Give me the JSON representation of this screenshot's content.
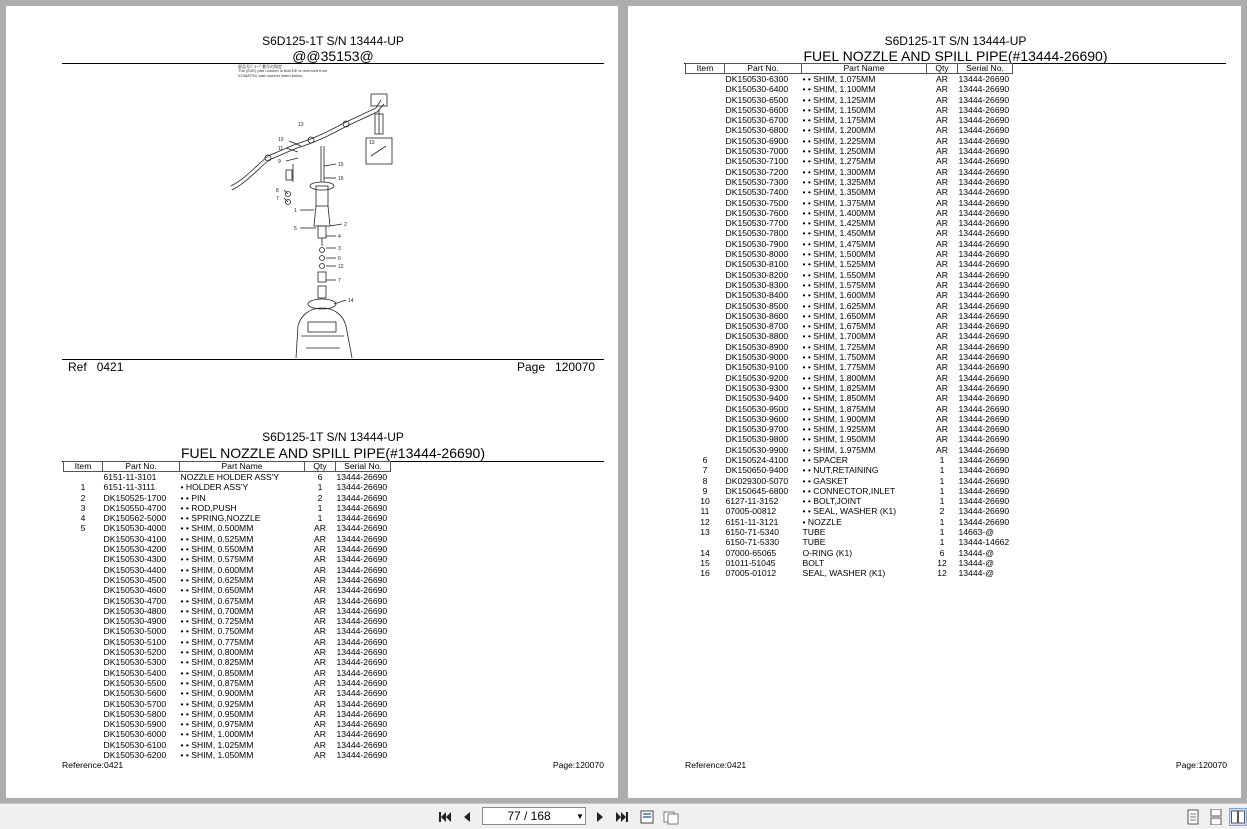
{
  "left_page": {
    "title": "S6D125-1T S/N 13444-UP",
    "subtitle": "@@35153@",
    "diagram_note_lines": [
      "部品号ｸﾞﾙｰﾌﾟ番号の指定",
      "The (E/IE) part number is that DE is removed from",
      "KOMATSU part number listed below."
    ],
    "ref_label": "Ref",
    "ref_value": "0421",
    "page_label": "Page",
    "page_value": "120070",
    "table_title_small": "S6D125-1T S/N 13444-UP",
    "table_title": "FUEL NOZZLE AND SPILL PIPE(#13444-26690)",
    "footer_ref": "Reference:0421",
    "footer_page": "Page:120070"
  },
  "right_page": {
    "title_small": "S6D125-1T S/N 13444-UP",
    "title": "FUEL NOZZLE AND SPILL PIPE(#13444-26690)",
    "footer_ref": "Reference:0421",
    "footer_page": "Page:120070"
  },
  "table_headers": {
    "item": "Item",
    "part_no": "Part No.",
    "part_name": "Part Name",
    "qty": "Qty",
    "serial": "Serial No."
  },
  "left_rows": [
    [
      "",
      "6151-11-3101",
      "NOZZLE HOLDER ASS'Y",
      "6",
      "13444-26690"
    ],
    [
      "1",
      "6151-11-3111",
      "• HOLDER ASS'Y",
      "1",
      "13444-26690"
    ],
    [
      "2",
      "DK150525-1700",
      "• • PIN",
      "2",
      "13444-26690"
    ],
    [
      "3",
      "DK150550-4700",
      "• • ROD,PUSH",
      "1",
      "13444-26690"
    ],
    [
      "4",
      "DK150562-5000",
      "• • SPRING,NOZZLE",
      "1",
      "13444-26690"
    ],
    [
      "5",
      "DK150530-4000",
      "• • SHIM, 0.500MM",
      "AR",
      "13444-26690"
    ],
    [
      "",
      "DK150530-4100",
      "• • SHIM, 0.525MM",
      "AR",
      "13444-26690"
    ],
    [
      "",
      "DK150530-4200",
      "• • SHIM, 0.550MM",
      "AR",
      "13444-26690"
    ],
    [
      "",
      "DK150530-4300",
      "• • SHIM, 0.575MM",
      "AR",
      "13444-26690"
    ],
    [
      "",
      "DK150530-4400",
      "• • SHIM, 0.600MM",
      "AR",
      "13444-26690"
    ],
    [
      "",
      "DK150530-4500",
      "• • SHIM, 0.625MM",
      "AR",
      "13444-26690"
    ],
    [
      "",
      "DK150530-4600",
      "• • SHIM, 0.650MM",
      "AR",
      "13444-26690"
    ],
    [
      "",
      "DK150530-4700",
      "• • SHIM, 0.675MM",
      "AR",
      "13444-26690"
    ],
    [
      "",
      "DK150530-4800",
      "• • SHIM, 0.700MM",
      "AR",
      "13444-26690"
    ],
    [
      "",
      "DK150530-4900",
      "• • SHIM, 0.725MM",
      "AR",
      "13444-26690"
    ],
    [
      "",
      "DK150530-5000",
      "• • SHIM, 0.750MM",
      "AR",
      "13444-26690"
    ],
    [
      "",
      "DK150530-5100",
      "• • SHIM, 0.775MM",
      "AR",
      "13444-26690"
    ],
    [
      "",
      "DK150530-5200",
      "• • SHIM, 0.800MM",
      "AR",
      "13444-26690"
    ],
    [
      "",
      "DK150530-5300",
      "• • SHIM, 0.825MM",
      "AR",
      "13444-26690"
    ],
    [
      "",
      "DK150530-5400",
      "• • SHIM, 0.850MM",
      "AR",
      "13444-26690"
    ],
    [
      "",
      "DK150530-5500",
      "• • SHIM, 0.875MM",
      "AR",
      "13444-26690"
    ],
    [
      "",
      "DK150530-5600",
      "• • SHIM, 0.900MM",
      "AR",
      "13444-26690"
    ],
    [
      "",
      "DK150530-5700",
      "• • SHIM, 0.925MM",
      "AR",
      "13444-26690"
    ],
    [
      "",
      "DK150530-5800",
      "• • SHIM, 0.950MM",
      "AR",
      "13444-26690"
    ],
    [
      "",
      "DK150530-5900",
      "• • SHIM, 0.975MM",
      "AR",
      "13444-26690"
    ],
    [
      "",
      "DK150530-6000",
      "• • SHIM, 1.000MM",
      "AR",
      "13444-26690"
    ],
    [
      "",
      "DK150530-6100",
      "• • SHIM, 1.025MM",
      "AR",
      "13444-26690"
    ],
    [
      "",
      "DK150530-6200",
      "• • SHIM, 1.050MM",
      "AR",
      "13444-26690"
    ]
  ],
  "right_rows": [
    [
      "",
      "DK150530-6300",
      "• • SHIM, 1.075MM",
      "AR",
      "13444-26690"
    ],
    [
      "",
      "DK150530-6400",
      "• • SHIM, 1.100MM",
      "AR",
      "13444-26690"
    ],
    [
      "",
      "DK150530-6500",
      "• • SHIM, 1.125MM",
      "AR",
      "13444-26690"
    ],
    [
      "",
      "DK150530-6600",
      "• • SHIM, 1.150MM",
      "AR",
      "13444-26690"
    ],
    [
      "",
      "DK150530-6700",
      "• • SHIM, 1.175MM",
      "AR",
      "13444-26690"
    ],
    [
      "",
      "DK150530-6800",
      "• • SHIM, 1.200MM",
      "AR",
      "13444-26690"
    ],
    [
      "",
      "DK150530-6900",
      "• • SHIM, 1.225MM",
      "AR",
      "13444-26690"
    ],
    [
      "",
      "DK150530-7000",
      "• • SHIM, 1.250MM",
      "AR",
      "13444-26690"
    ],
    [
      "",
      "DK150530-7100",
      "• • SHIM, 1.275MM",
      "AR",
      "13444-26690"
    ],
    [
      "",
      "DK150530-7200",
      "• • SHIM, 1.300MM",
      "AR",
      "13444-26690"
    ],
    [
      "",
      "DK150530-7300",
      "• • SHIM, 1.325MM",
      "AR",
      "13444-26690"
    ],
    [
      "",
      "DK150530-7400",
      "• • SHIM, 1.350MM",
      "AR",
      "13444-26690"
    ],
    [
      "",
      "DK150530-7500",
      "• • SHIM, 1.375MM",
      "AR",
      "13444-26690"
    ],
    [
      "",
      "DK150530-7600",
      "• • SHIM, 1.400MM",
      "AR",
      "13444-26690"
    ],
    [
      "",
      "DK150530-7700",
      "• • SHIM, 1.425MM",
      "AR",
      "13444-26690"
    ],
    [
      "",
      "DK150530-7800",
      "• • SHIM, 1.450MM",
      "AR",
      "13444-26690"
    ],
    [
      "",
      "DK150530-7900",
      "• • SHIM, 1.475MM",
      "AR",
      "13444-26690"
    ],
    [
      "",
      "DK150530-8000",
      "• • SHIM, 1.500MM",
      "AR",
      "13444-26690"
    ],
    [
      "",
      "DK150530-8100",
      "• • SHIM, 1.525MM",
      "AR",
      "13444-26690"
    ],
    [
      "",
      "DK150530-8200",
      "• • SHIM, 1.550MM",
      "AR",
      "13444-26690"
    ],
    [
      "",
      "DK150530-8300",
      "• • SHIM, 1.575MM",
      "AR",
      "13444-26690"
    ],
    [
      "",
      "DK150530-8400",
      "• • SHIM, 1.600MM",
      "AR",
      "13444-26690"
    ],
    [
      "",
      "DK150530-8500",
      "• • SHIM, 1.625MM",
      "AR",
      "13444-26690"
    ],
    [
      "",
      "DK150530-8600",
      "• • SHIM, 1.650MM",
      "AR",
      "13444-26690"
    ],
    [
      "",
      "DK150530-8700",
      "• • SHIM, 1.675MM",
      "AR",
      "13444-26690"
    ],
    [
      "",
      "DK150530-8800",
      "• • SHIM, 1.700MM",
      "AR",
      "13444-26690"
    ],
    [
      "",
      "DK150530-8900",
      "• • SHIM, 1.725MM",
      "AR",
      "13444-26690"
    ],
    [
      "",
      "DK150530-9000",
      "• • SHIM, 1.750MM",
      "AR",
      "13444-26690"
    ],
    [
      "",
      "DK150530-9100",
      "• • SHIM, 1.775MM",
      "AR",
      "13444-26690"
    ],
    [
      "",
      "DK150530-9200",
      "• • SHIM, 1.800MM",
      "AR",
      "13444-26690"
    ],
    [
      "",
      "DK150530-9300",
      "• • SHIM, 1.825MM",
      "AR",
      "13444-26690"
    ],
    [
      "",
      "DK150530-9400",
      "• • SHIM, 1.850MM",
      "AR",
      "13444-26690"
    ],
    [
      "",
      "DK150530-9500",
      "• • SHIM, 1.875MM",
      "AR",
      "13444-26690"
    ],
    [
      "",
      "DK150530-9600",
      "• • SHIM, 1.900MM",
      "AR",
      "13444-26690"
    ],
    [
      "",
      "DK150530-9700",
      "• • SHIM, 1.925MM",
      "AR",
      "13444-26690"
    ],
    [
      "",
      "DK150530-9800",
      "• • SHIM, 1.950MM",
      "AR",
      "13444-26690"
    ],
    [
      "",
      "DK150530-9900",
      "• • SHIM, 1.975MM",
      "AR",
      "13444-26690"
    ],
    [
      "6",
      "DK150524-4100",
      "• • SPACER",
      "1",
      "13444-26690"
    ],
    [
      "7",
      "DK150650-9400",
      "• • NUT,RETAINING",
      "1",
      "13444-26690"
    ],
    [
      "8",
      "DK029300-5070",
      "• • GASKET",
      "1",
      "13444-26690"
    ],
    [
      "9",
      "DK150645-6800",
      "• • CONNECTOR,INLET",
      "1",
      "13444-26690"
    ],
    [
      "10",
      "6127-11-3152",
      "• • BOLT,JOINT",
      "1",
      "13444-26690"
    ],
    [
      "11",
      "07005-00812",
      "• • SEAL, WASHER (K1)",
      "2",
      "13444-26690"
    ],
    [
      "12",
      "6151-11-3121",
      "• NOZZLE",
      "1",
      "13444-26690"
    ],
    [
      "13",
      "6150-71-5340",
      "TUBE",
      "1",
      "14663-@"
    ],
    [
      "",
      "6150-71-5330",
      "TUBE",
      "1",
      "13444-14662"
    ],
    [
      "14",
      "07000-65065",
      "O-RING (K1)",
      "6",
      "13444-@"
    ],
    [
      "15",
      "01011-51045",
      "BOLT",
      "12",
      "13444-@"
    ],
    [
      "16",
      "07005-01012",
      "SEAL, WASHER (K1)",
      "12",
      "13444-@"
    ]
  ],
  "diagram_callouts": [
    "1",
    "2",
    "3",
    "4",
    "5",
    "6",
    "7",
    "8",
    "9",
    "10",
    "11",
    "12",
    "13",
    "14",
    "15",
    "16",
    "13"
  ],
  "toolbar": {
    "page_indicator": "77 / 168",
    "icons": [
      "first-page-icon",
      "prev-page-icon",
      "next-page-icon",
      "last-page-icon",
      "fit-page-icon",
      "fit-width-icon",
      "single-page-icon",
      "continuous-page-icon",
      "facing-page-icon"
    ]
  }
}
